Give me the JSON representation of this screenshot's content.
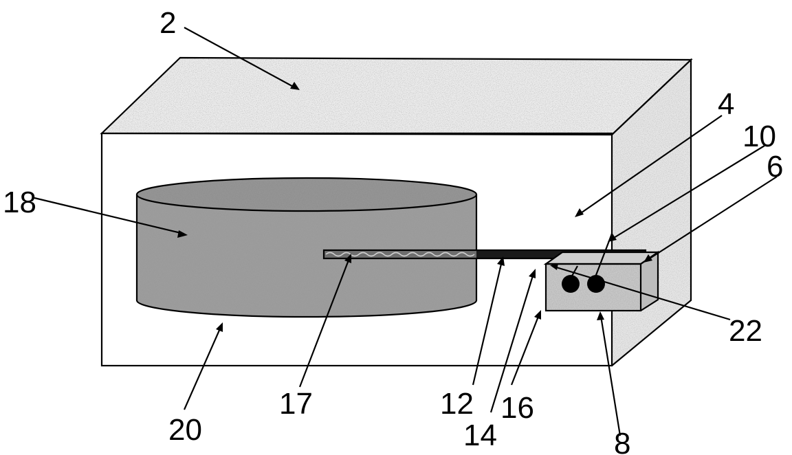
{
  "figure": {
    "labels": {
      "housing_top": "2",
      "housing_interior": "4",
      "connector_end": "6",
      "module_box": "8",
      "module_element": "10",
      "strip": "12",
      "strip_gap": "14",
      "module_edge": "16",
      "inserted_end": "17",
      "canister": "18",
      "housing_floor": "20",
      "module_top": "22"
    },
    "colors": {
      "line": "#000000",
      "stipple_light": "#d9d9d9",
      "stipple_dark": "#8c8c8c",
      "strip_dark": "#1a1a1a",
      "background": "#ffffff"
    }
  }
}
